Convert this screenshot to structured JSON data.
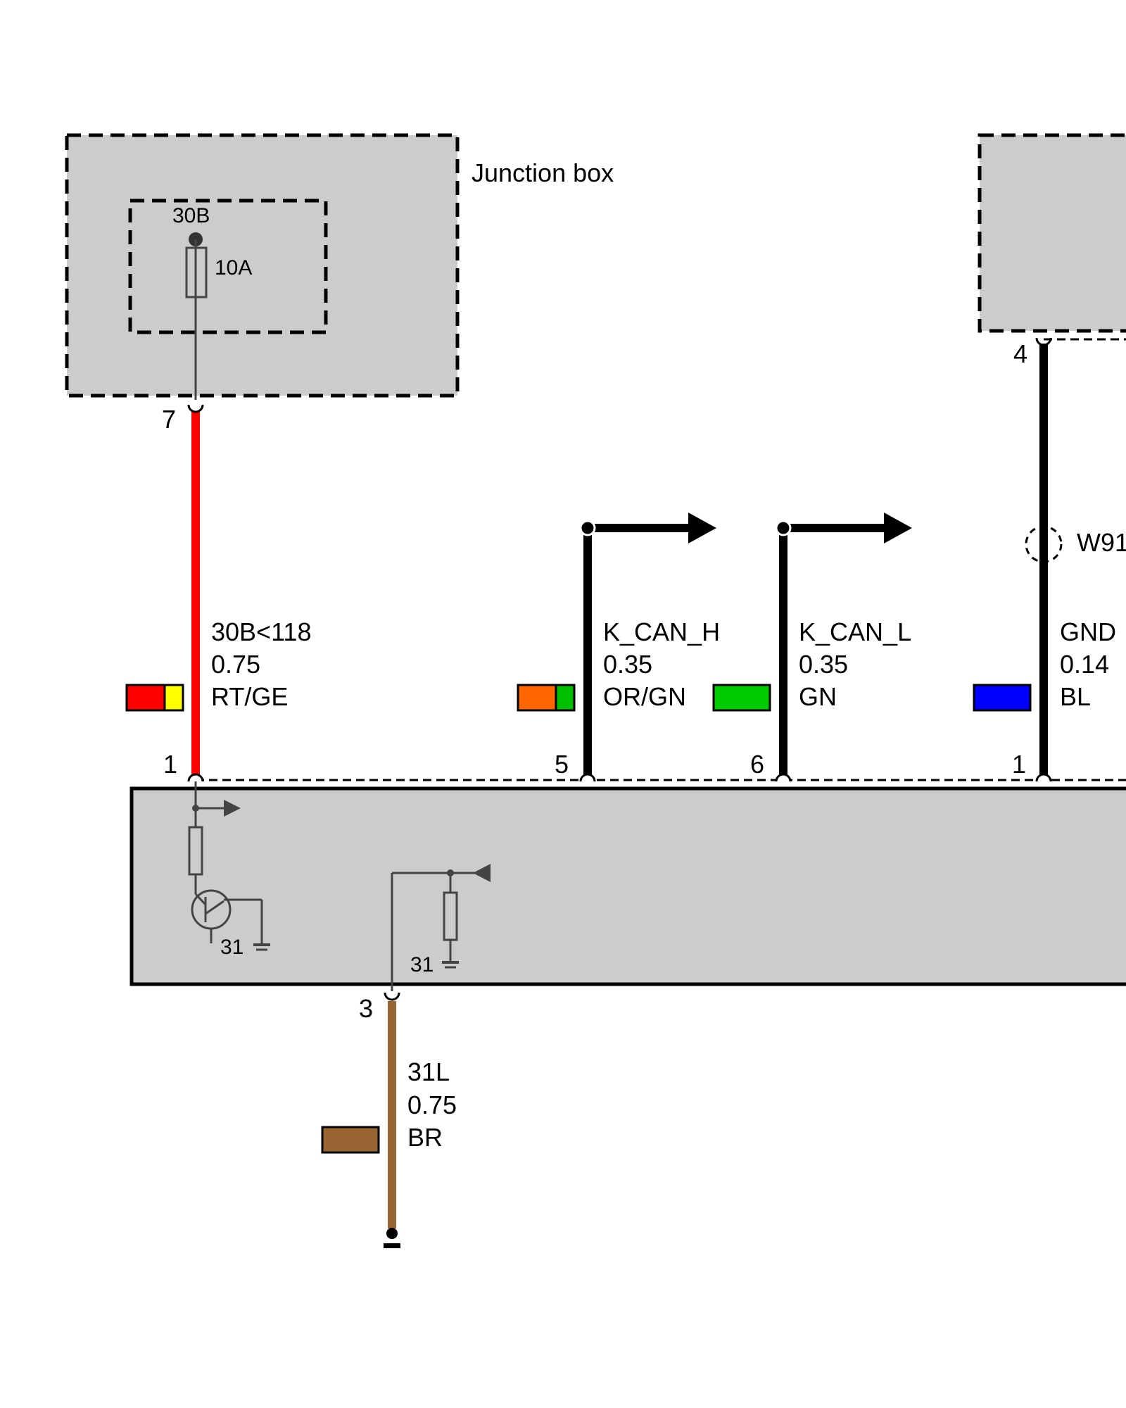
{
  "junction_box": {
    "title": "Junction box",
    "terminal": "30B",
    "fuse": "10A",
    "pin": "7"
  },
  "right_module": {
    "pin": "4",
    "splice": "W91"
  },
  "wires": [
    {
      "pin_top": "7",
      "pin_ecu": "1",
      "signal": "30B<118",
      "size": "0.75",
      "color_code": "RT/GE",
      "colors": [
        "#ff0000",
        "#ffff00"
      ]
    },
    {
      "pin_ecu": "5",
      "signal": "K_CAN_H",
      "size": "0.35",
      "color_code": "OR/GN",
      "colors": [
        "#ff6600",
        "#00c000"
      ]
    },
    {
      "pin_ecu": "6",
      "signal": "K_CAN_L",
      "size": "0.35",
      "color_code": "GN",
      "colors": [
        "#00cc00"
      ]
    },
    {
      "pin_top": "4",
      "pin_ecu": "1",
      "signal": "GND",
      "size": "0.14",
      "color_code": "BL",
      "colors": [
        "#0000ff"
      ]
    },
    {
      "pin_ecu": "3",
      "signal": "31L",
      "size": "0.75",
      "color_code": "BR",
      "colors": [
        "#996633"
      ]
    }
  ],
  "ecu": {
    "ground_label_1": "31",
    "ground_label_2": "31"
  }
}
